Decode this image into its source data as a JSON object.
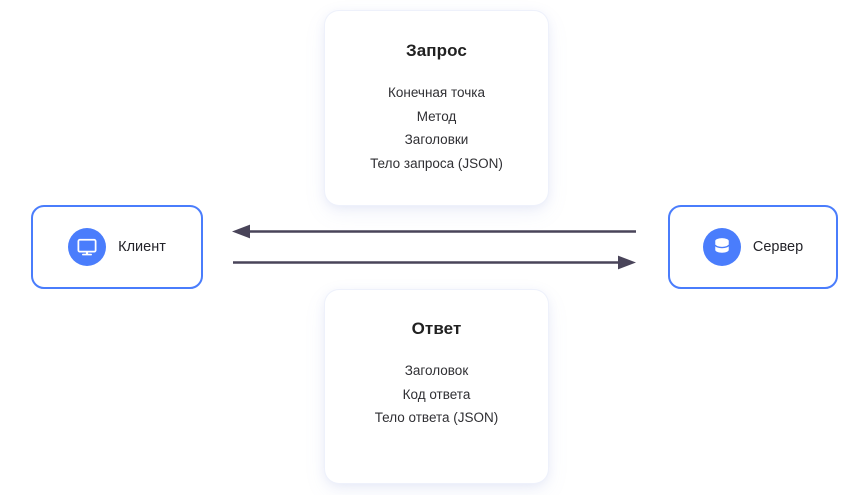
{
  "diagram": {
    "title_hidden": "",
    "colors": {
      "node_border": "#4a7dfc",
      "icon_circle": "#4a7dfc",
      "arrow": "#494459",
      "card_glow": "#eef1fb",
      "background": "#ffffff",
      "title_text": "#212121",
      "body_text": "#2f2f33"
    },
    "cards": [
      {
        "id": "request",
        "title": "Запрос",
        "lines": [
          "Конечная точка",
          "Метод",
          "Заголовки",
          "Тело запроса (JSON)"
        ]
      },
      {
        "id": "response",
        "title": "Ответ",
        "lines": [
          "Заголовок",
          "Код ответа",
          "Тело ответа (JSON)"
        ]
      }
    ],
    "nodes": [
      {
        "id": "client",
        "label": "Клиент",
        "icon": "monitor-icon"
      },
      {
        "id": "server",
        "label": "Сервер",
        "icon": "database-icon"
      }
    ],
    "arrows": [
      {
        "id": "response-arrow",
        "direction": "left",
        "from": "server",
        "to": "client",
        "meaning": "Ответ"
      },
      {
        "id": "request-arrow",
        "direction": "right",
        "from": "client",
        "to": "server",
        "meaning": "Запрос"
      }
    ]
  }
}
